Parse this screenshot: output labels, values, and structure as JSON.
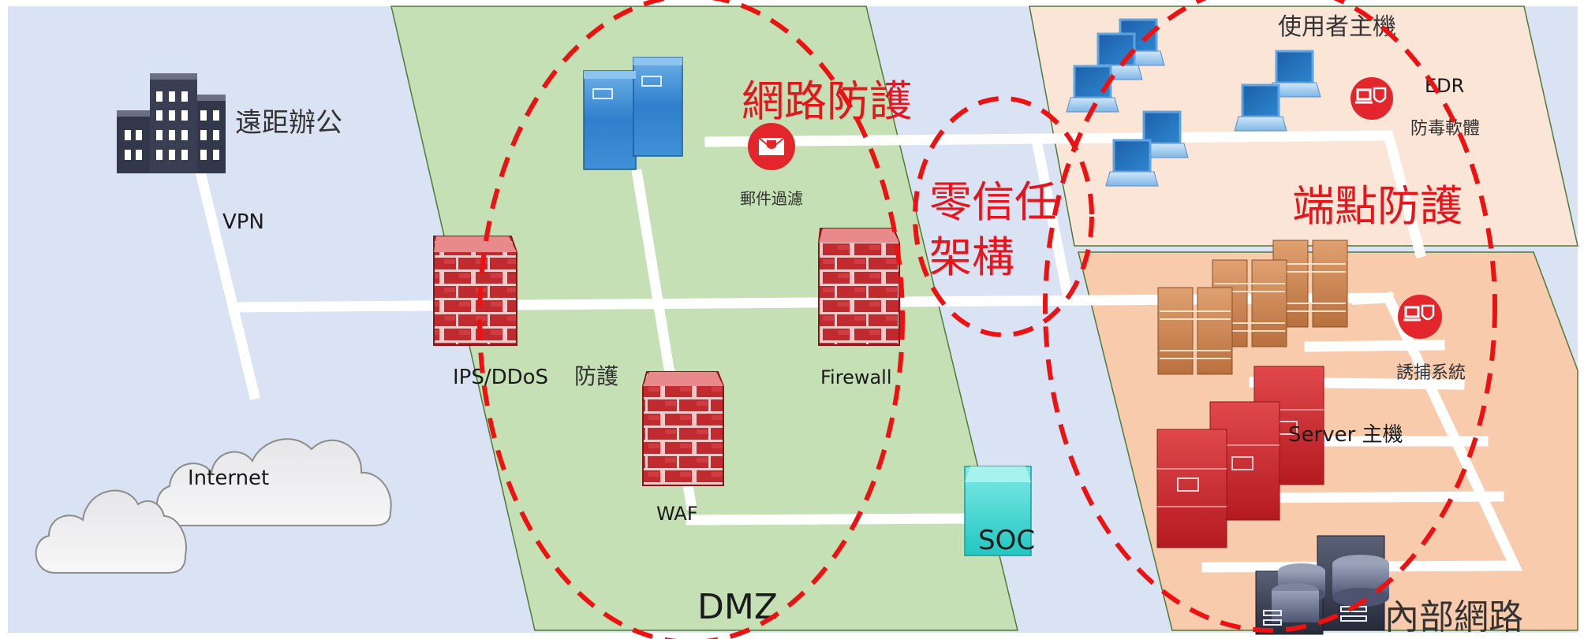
{
  "diagram": {
    "title": "Network Security Architecture",
    "zones": {
      "external": {
        "color": "#dae3f3"
      },
      "dmz": {
        "label": "DMZ",
        "color": "#c5e0b4"
      },
      "user_hosts": {
        "label": "使用者主機",
        "color": "#fbe5d6"
      },
      "internal": {
        "label": "內部網路",
        "color": "#f8cbad"
      }
    },
    "nodes": {
      "remote_office": {
        "label": "遠距辦公",
        "icon": "office-building-icon"
      },
      "vpn": {
        "label": "VPN"
      },
      "internet": {
        "label": "Internet",
        "icon": "cloud-icon"
      },
      "ips": {
        "label_main": "IPS/DDoS",
        "label_suffix": "防護",
        "icon": "firewall-icon"
      },
      "mail_server": {
        "icon": "server-icon"
      },
      "mail_filter": {
        "label": "郵件過濾",
        "icon": "mail-shield-icon"
      },
      "firewall": {
        "label": "Firewall",
        "icon": "firewall-icon"
      },
      "waf": {
        "label": "WAF",
        "icon": "firewall-icon"
      },
      "soc": {
        "label": "SOC",
        "icon": "soc-box-icon"
      },
      "edr": {
        "label": "EDR",
        "sublabel": "防毒軟體",
        "icon": "laptop-shield-icon"
      },
      "honeypot": {
        "label": "誘捕系統",
        "icon": "laptop-shield-icon"
      },
      "server_hosts": {
        "label": "Server 主機",
        "icon": "server-rack-icon"
      },
      "storage": {
        "icon": "database-server-icon"
      },
      "laptops": {
        "icon": "laptop-icon",
        "count": 7
      }
    },
    "protection_groups": {
      "network": {
        "label": "網路防護"
      },
      "zero_trust": {
        "line1": "零信任",
        "line2": "架構"
      },
      "endpoint": {
        "label": "端點防護"
      }
    },
    "colors": {
      "accent_red": "#e8141b",
      "connection": "#ffffff",
      "firewall_red": "#c0282d",
      "soc_cyan": "#3fd6d0"
    }
  }
}
